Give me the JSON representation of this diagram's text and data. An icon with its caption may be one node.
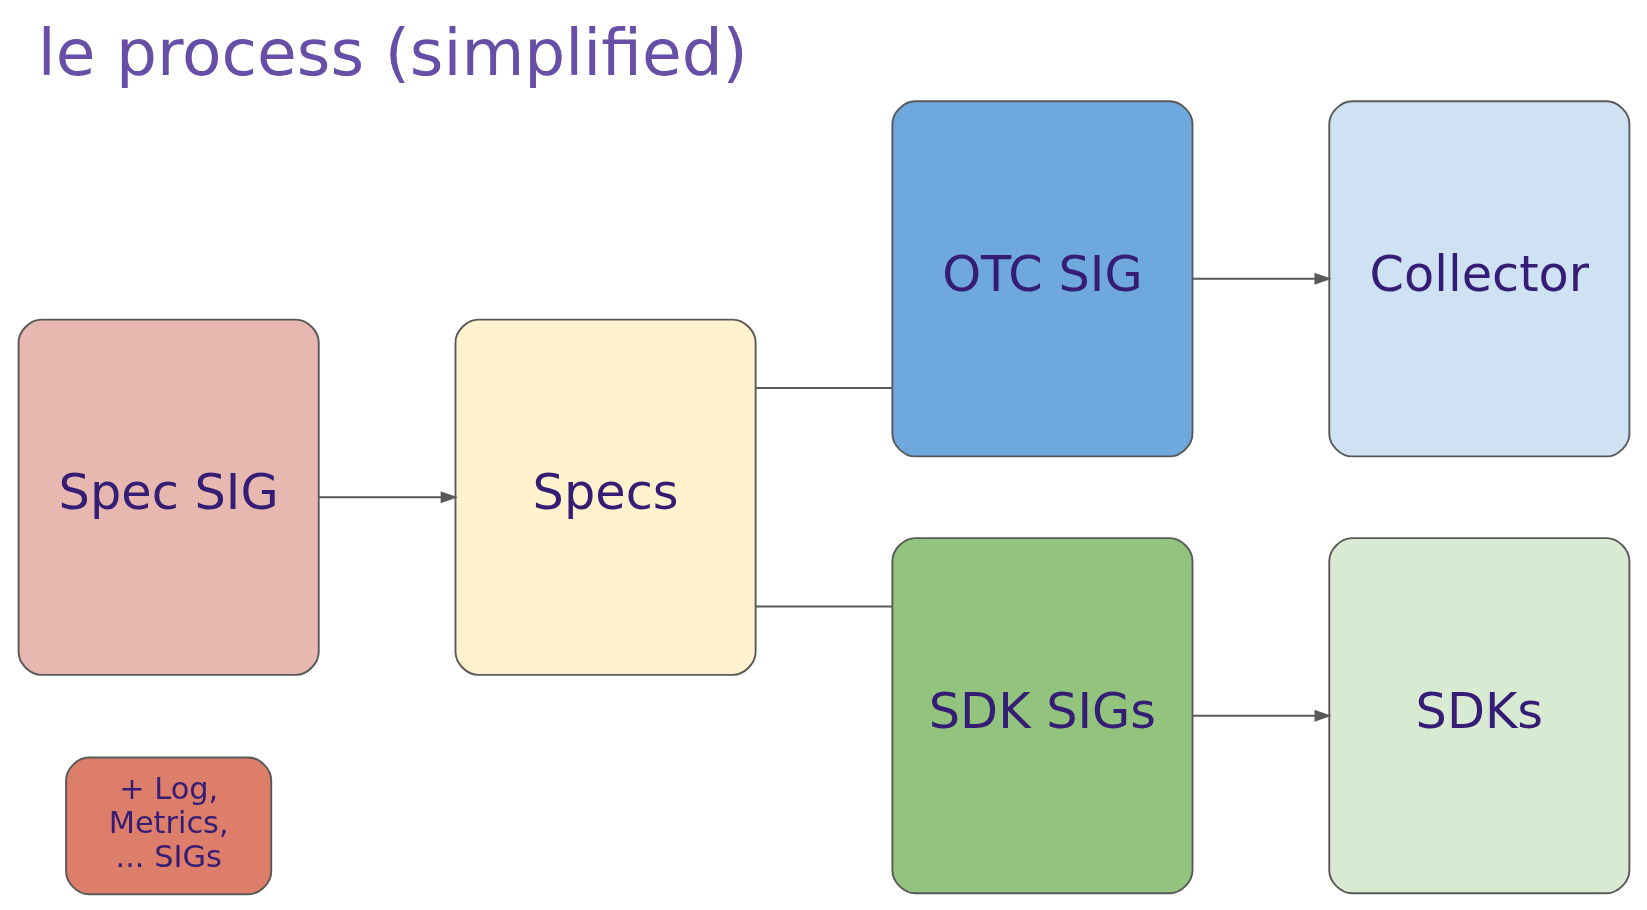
{
  "diagram": {
    "title": "le process (simplified)",
    "nodes": [
      {
        "text": [
          "Spec SIG"
        ]
      },
      {
        "text": [
          "+ Log, Metrics, ... SIGs"
        ]
      },
      {
        "text": [
          "Specs"
        ]
      },
      {
        "text": [
          "OTC SIG"
        ]
      },
      {
        "text": [
          "Collector"
        ]
      },
      {
        "text": [
          "SDK SIGs"
        ]
      },
      {
        "text": [
          "SDKs"
        ]
      }
    ],
    "edges": [
      {
        "from": 0,
        "to": 2,
        "arrow": "to"
      },
      {
        "from": 2,
        "to": 3,
        "arrow": "none"
      },
      {
        "from": 2,
        "to": 5,
        "arrow": "none"
      },
      {
        "from": 3,
        "to": 4,
        "arrow": "to"
      },
      {
        "from": 5,
        "to": 6,
        "arrow": "to"
      }
    ]
  }
}
